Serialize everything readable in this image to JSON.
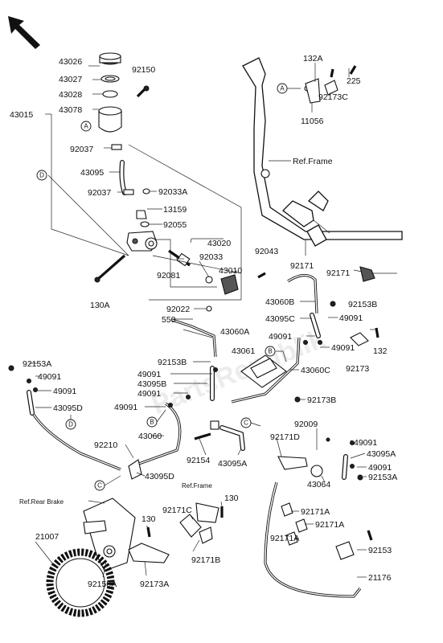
{
  "diagram": {
    "watermark": "PartsRepublik",
    "frame_ref_1": "Ref.Frame",
    "frame_ref_2": "Ref.Frame",
    "rear_brake_ref": "Ref.Rear Brake",
    "callouts": [
      "A",
      "D",
      "B",
      "C"
    ],
    "parts": {
      "p43026": "43026",
      "p43027": "43027",
      "p43028": "43028",
      "p43078": "43078",
      "p43015": "43015",
      "p92150": "92150",
      "p92037a": "92037",
      "p43095": "43095",
      "p92037b": "92037",
      "p92033a": "92033A",
      "p13159": "13159",
      "p92055": "92055",
      "p43020": "43020",
      "p92033": "92033",
      "p43010": "43010",
      "p92081": "92081",
      "p92043": "92043",
      "p130a": "130A",
      "p92022": "92022",
      "p550": "550",
      "p43060a": "43060A",
      "p132a": "132A",
      "p225": "225",
      "p92173c": "92173C",
      "p11056": "11056",
      "p92171a_top": "92171",
      "p92171b_top": "92171",
      "p43060b": "43060B",
      "p92153b_top": "92153B",
      "p43095c": "43095C",
      "p49091_a": "49091",
      "p49091_b": "49091",
      "p49091_c": "49091",
      "p43061": "43061",
      "p43060c": "43060C",
      "p132": "132",
      "p92173": "92173",
      "p92173b": "92173B",
      "p92153a": "92153A",
      "p49091_d": "49091",
      "p49091_e": "49091",
      "p43095d_l": "43095D",
      "p92153b_mid": "92153B",
      "p49091_f": "49091",
      "p43095b": "43095B",
      "p49091_g": "49091",
      "p49091_h": "49091",
      "p92210": "92210",
      "p43060": "43060",
      "p43095d": "43095D",
      "p92154": "92154",
      "p43095a": "43095A",
      "p92009": "92009",
      "p92171d": "92171D",
      "p49091_i": "49091",
      "p43095a_r": "43095A",
      "p49091_j": "49091",
      "p92153a_r": "92153A",
      "p43064": "43064",
      "p130_l": "130",
      "p92171c": "92171C",
      "p130_r": "130",
      "p92171a_1": "92171A",
      "p92171a_2": "92171A",
      "p92171a_3": "92171A",
      "p21007": "21007",
      "p92150a": "92150A",
      "p92173a": "92173A",
      "p92171b": "92171B",
      "p92153": "92153",
      "p21176": "21176"
    }
  }
}
